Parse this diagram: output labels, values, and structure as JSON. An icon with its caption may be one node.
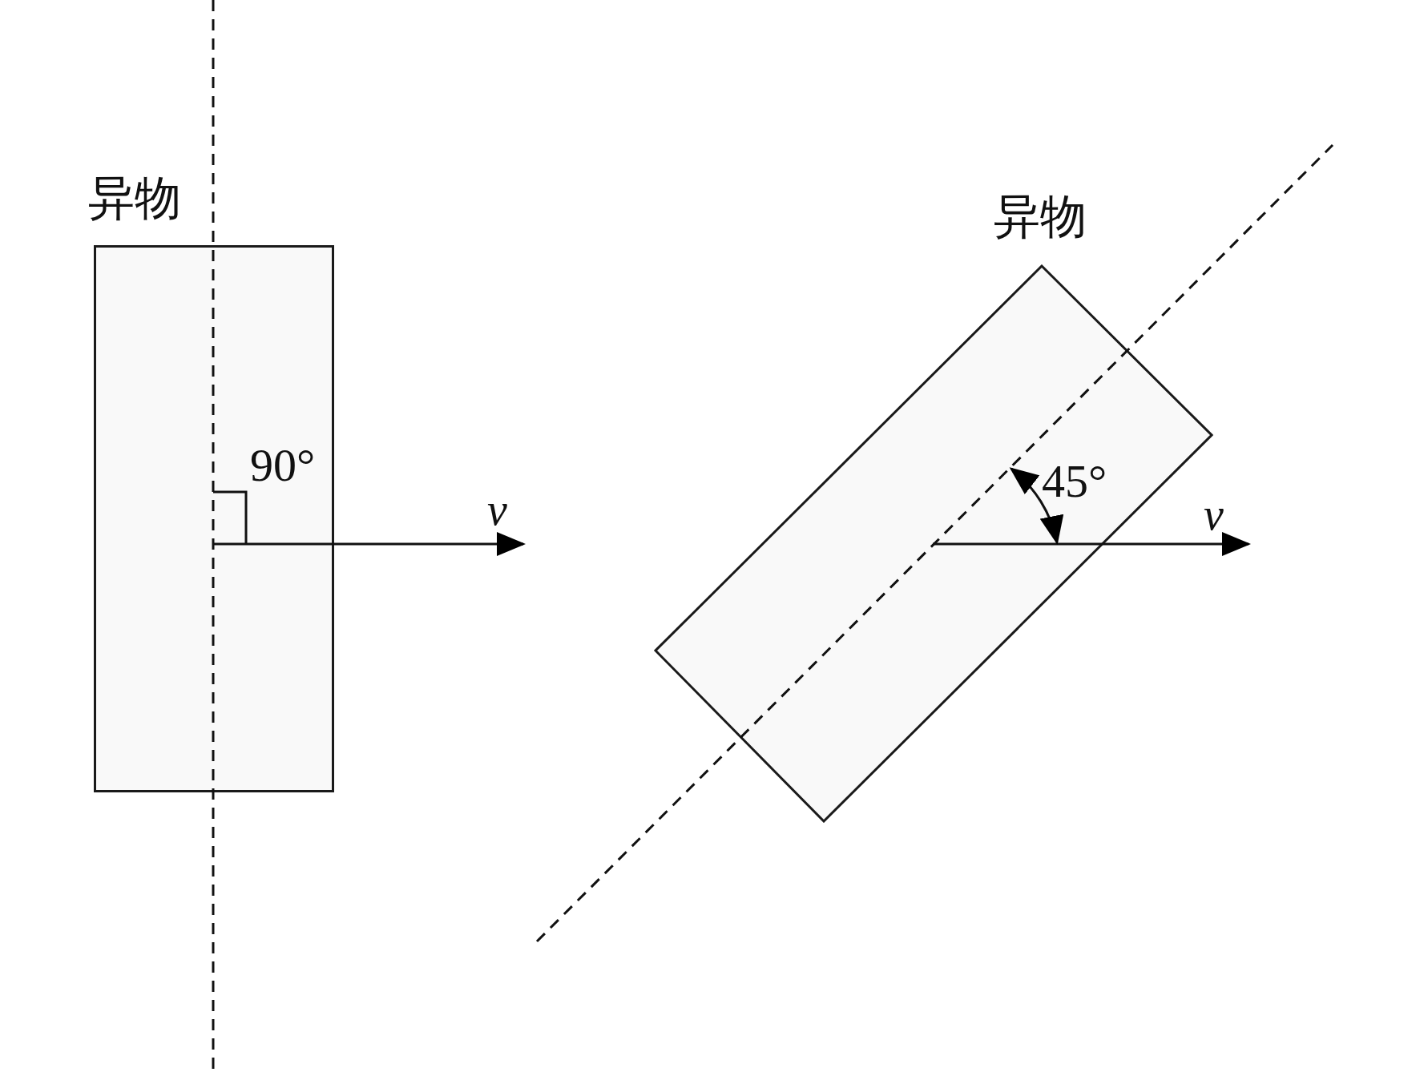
{
  "diagram": {
    "nodes": [
      {
        "text": [
          "异物"
        ]
      },
      {
        "text": [
          "异物"
        ]
      }
    ],
    "labels": [
      "90°",
      "v",
      "45°",
      "v"
    ]
  }
}
